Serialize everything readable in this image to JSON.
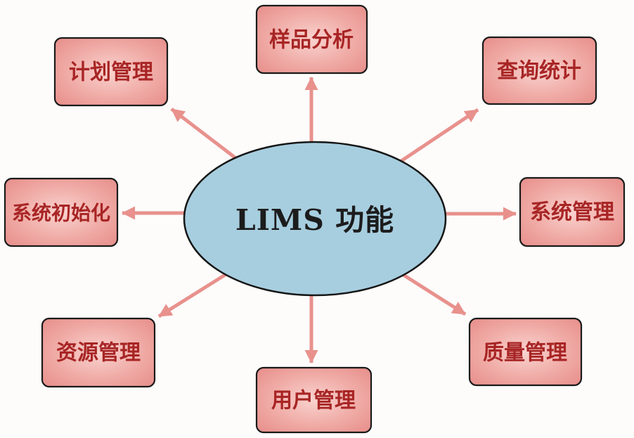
{
  "diagram": {
    "title": "LIMS functions hub diagram",
    "center": {
      "label": "LIMS 功能"
    },
    "nodes": [
      {
        "id": "plan-management",
        "label": "计划管理",
        "position": "top-left"
      },
      {
        "id": "sample-analysis",
        "label": "样品分析",
        "position": "top"
      },
      {
        "id": "query-statistics",
        "label": "查询统计",
        "position": "top-right"
      },
      {
        "id": "system-initialization",
        "label": "系统初始化",
        "position": "left"
      },
      {
        "id": "system-management",
        "label": "系统管理",
        "position": "right"
      },
      {
        "id": "resource-management",
        "label": "资源管理",
        "position": "bottom-left"
      },
      {
        "id": "user-management",
        "label": "用户管理",
        "position": "bottom"
      },
      {
        "id": "quality-management",
        "label": "质量管理",
        "position": "bottom-right"
      }
    ],
    "colors": {
      "background": "#fdfcfb",
      "arrow": "#e8918d",
      "box_border": "#1a1a1a",
      "box_center": "#f9d3cf",
      "box_mid": "#f0aba6",
      "box_edge": "#e78e8a",
      "node_text": "#a82525",
      "ellipse_fill": "#a7cedf",
      "ellipse_border": "#161616",
      "title_text": "#1c1c1c"
    }
  }
}
